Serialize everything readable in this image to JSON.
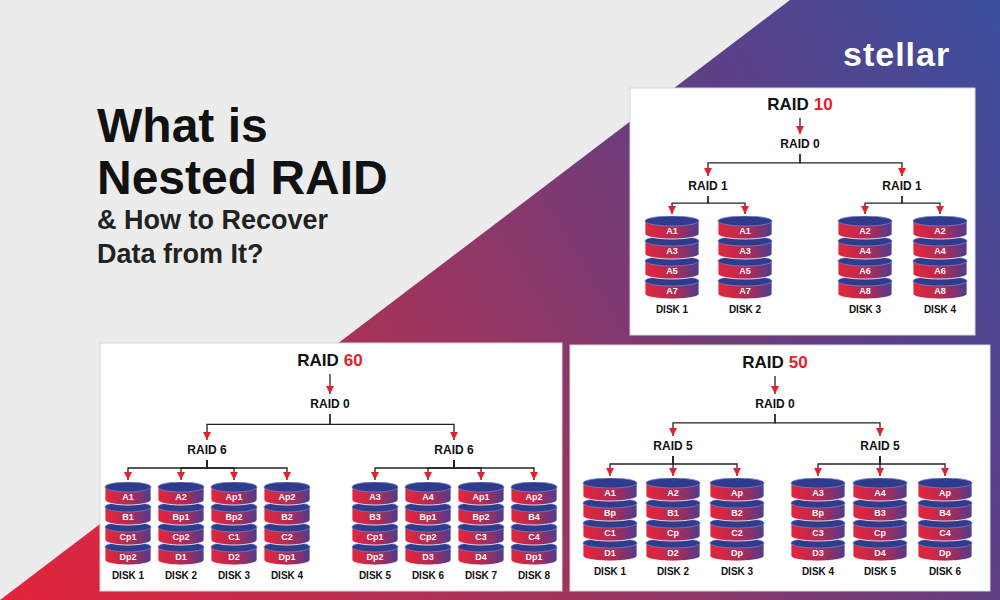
{
  "diagram": {
    "title": "What is Nested RAID",
    "nodes": [
      {
        "text": [
          "RAID",
          "10"
        ]
      },
      {
        "text": [
          "RAID 0"
        ]
      },
      {
        "text": [
          "RAID 1"
        ]
      },
      {
        "text": [
          "RAID 1"
        ]
      },
      {
        "text": [
          "A1",
          "A3",
          "A5",
          "A7",
          "DISK 1"
        ]
      },
      {
        "text": [
          "A1",
          "A3",
          "A5",
          "A7",
          "DISK 2"
        ]
      },
      {
        "text": [
          "A2",
          "A4",
          "A6",
          "A8",
          "DISK 3"
        ]
      },
      {
        "text": [
          "A2",
          "A4",
          "A6",
          "A8",
          "DISK 4"
        ]
      },
      {
        "text": [
          "RAID",
          "60"
        ]
      },
      {
        "text": [
          "RAID 0"
        ]
      },
      {
        "text": [
          "RAID 6"
        ]
      },
      {
        "text": [
          "RAID 6"
        ]
      },
      {
        "text": [
          "A1",
          "B1",
          "Cp1",
          "Dp2",
          "DISK 1"
        ]
      },
      {
        "text": [
          "A2",
          "Bp1",
          "Cp2",
          "D1",
          "DISK 2"
        ]
      },
      {
        "text": [
          "Ap1",
          "Bp2",
          "C1",
          "D2",
          "DISK 3"
        ]
      },
      {
        "text": [
          "Ap2",
          "B2",
          "C2",
          "Dp1",
          "DISK 4"
        ]
      },
      {
        "text": [
          "A3",
          "B3",
          "Cp1",
          "Dp2",
          "DISK 5"
        ]
      },
      {
        "text": [
          "A4",
          "Bp1",
          "Cp2",
          "D3",
          "DISK 6"
        ]
      },
      {
        "text": [
          "Ap1",
          "Bp2",
          "C3",
          "D4",
          "DISK 7"
        ]
      },
      {
        "text": [
          "Ap2",
          "B4",
          "C4",
          "Dp1",
          "DISK 8"
        ]
      },
      {
        "text": [
          "RAID",
          "50"
        ]
      },
      {
        "text": [
          "RAID 0"
        ]
      },
      {
        "text": [
          "RAID 5"
        ]
      },
      {
        "text": [
          "RAID 5"
        ]
      },
      {
        "text": [
          "A1",
          "Bp",
          "C1",
          "D1",
          "DISK 1"
        ]
      },
      {
        "text": [
          "A2",
          "B1",
          "Cp",
          "D2",
          "DISK 2"
        ]
      },
      {
        "text": [
          "Ap",
          "B2",
          "C2",
          "Dp",
          "DISK 3"
        ]
      },
      {
        "text": [
          "A3",
          "Bp",
          "C3",
          "D3",
          "DISK 4"
        ]
      },
      {
        "text": [
          "A4",
          "B3",
          "Cp",
          "D4",
          "DISK 5"
        ]
      },
      {
        "text": [
          "Ap",
          "B4",
          "C4",
          "Dp",
          "DISK 6"
        ]
      }
    ],
    "edges": [
      {
        "from": 0,
        "to": 1,
        "arrow": "to"
      },
      {
        "from": 1,
        "to": 2,
        "arrow": "to"
      },
      {
        "from": 1,
        "to": 3,
        "arrow": "to"
      },
      {
        "from": 2,
        "to": 4,
        "arrow": "to"
      },
      {
        "from": 2,
        "to": 5,
        "arrow": "to"
      },
      {
        "from": 3,
        "to": 6,
        "arrow": "to"
      },
      {
        "from": 3,
        "to": 7,
        "arrow": "to"
      },
      {
        "from": 8,
        "to": 9,
        "arrow": "to"
      },
      {
        "from": 9,
        "to": 10,
        "arrow": "to"
      },
      {
        "from": 9,
        "to": 11,
        "arrow": "to"
      },
      {
        "from": 10,
        "to": 12,
        "arrow": "to"
      },
      {
        "from": 10,
        "to": 13,
        "arrow": "to"
      },
      {
        "from": 10,
        "to": 14,
        "arrow": "to"
      },
      {
        "from": 10,
        "to": 15,
        "arrow": "to"
      },
      {
        "from": 11,
        "to": 16,
        "arrow": "to"
      },
      {
        "from": 11,
        "to": 17,
        "arrow": "to"
      },
      {
        "from": 11,
        "to": 18,
        "arrow": "to"
      },
      {
        "from": 11,
        "to": 19,
        "arrow": "to"
      },
      {
        "from": 20,
        "to": 21,
        "arrow": "to"
      },
      {
        "from": 21,
        "to": 22,
        "arrow": "to"
      },
      {
        "from": 21,
        "to": 23,
        "arrow": "to"
      },
      {
        "from": 22,
        "to": 24,
        "arrow": "to"
      },
      {
        "from": 22,
        "to": 25,
        "arrow": "to"
      },
      {
        "from": 22,
        "to": 26,
        "arrow": "to"
      },
      {
        "from": 23,
        "to": 27,
        "arrow": "to"
      },
      {
        "from": 23,
        "to": 28,
        "arrow": "to"
      },
      {
        "from": 23,
        "to": 29,
        "arrow": "to"
      }
    ],
    "labels": [
      "& How to Recover Data from It?",
      "stellar"
    ]
  }
}
